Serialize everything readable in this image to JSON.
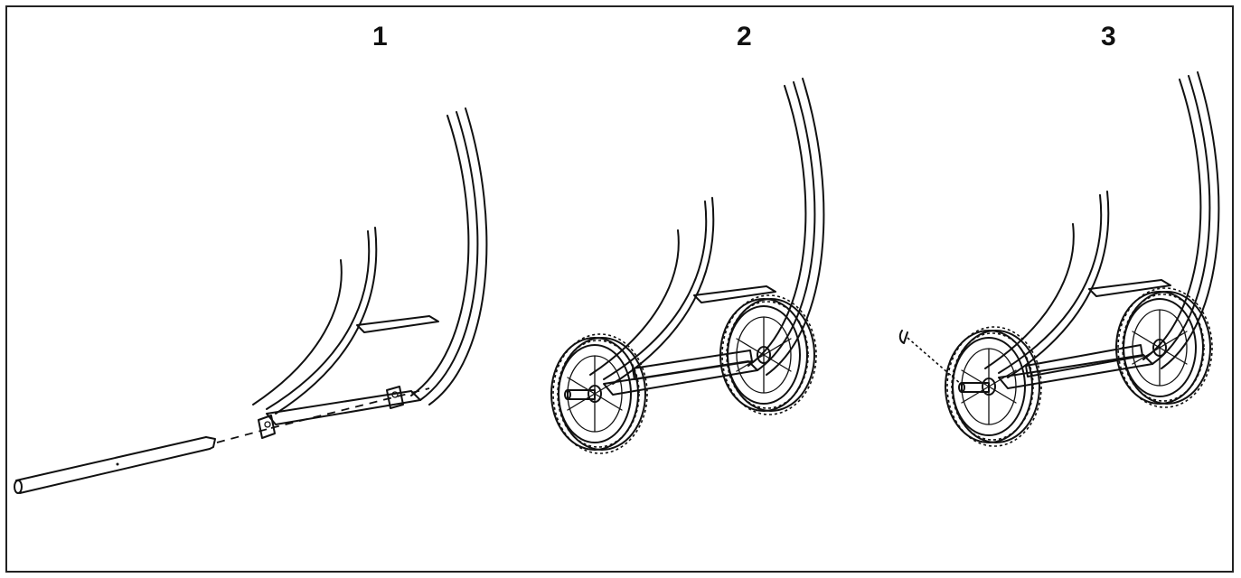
{
  "diagram": {
    "steps": [
      {
        "label": "1"
      },
      {
        "label": "2"
      },
      {
        "label": "3"
      }
    ]
  },
  "colors": {
    "line": "#111111",
    "background": "#ffffff",
    "frame": "#222222"
  }
}
